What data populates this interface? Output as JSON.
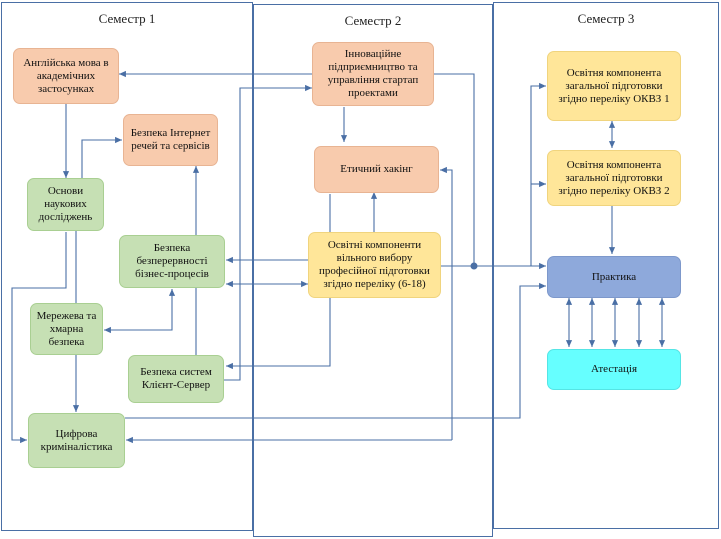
{
  "semesters": {
    "s1": "Семестр 1",
    "s2": "Семестр 2",
    "s3": "Семестр 3"
  },
  "nodes": {
    "english": "Англійська мова в академічних застосунках",
    "internet_security": "Безпека Інтернет речей та сервісів",
    "research_basics": "Основи наукових досліджень",
    "business_continuity": "Безпека безперервності бізнес-процесів",
    "network_cloud": "Мережева та хмарна безпека",
    "client_server": "Безпека систем Клієнт-Сервер",
    "forensics": "Цифрова криміналістика",
    "innovation": "Інноваційне підприємництво та управління стартап проектами",
    "ethical_hacking": "Етичний хакінг",
    "elective": "Освітні компоненти вільного вибору професійної підготовки згідно переліку  (6-18)",
    "general1": "Освітня компонента загальної підготовки згідно переліку ОКВЗ 1",
    "general2": "Освітня компонента загальної підготовки згідно переліку ОКВЗ 2",
    "practice": "Практика",
    "attestation": "Атестація"
  },
  "colors": {
    "column_border": "#4a6fa5",
    "connector": "#4a6fa5",
    "orange": "#f8cbad",
    "green": "#c6e0b4",
    "yellow": "#ffe699",
    "blue": "#8ea9db",
    "cyan": "#66ffff"
  }
}
